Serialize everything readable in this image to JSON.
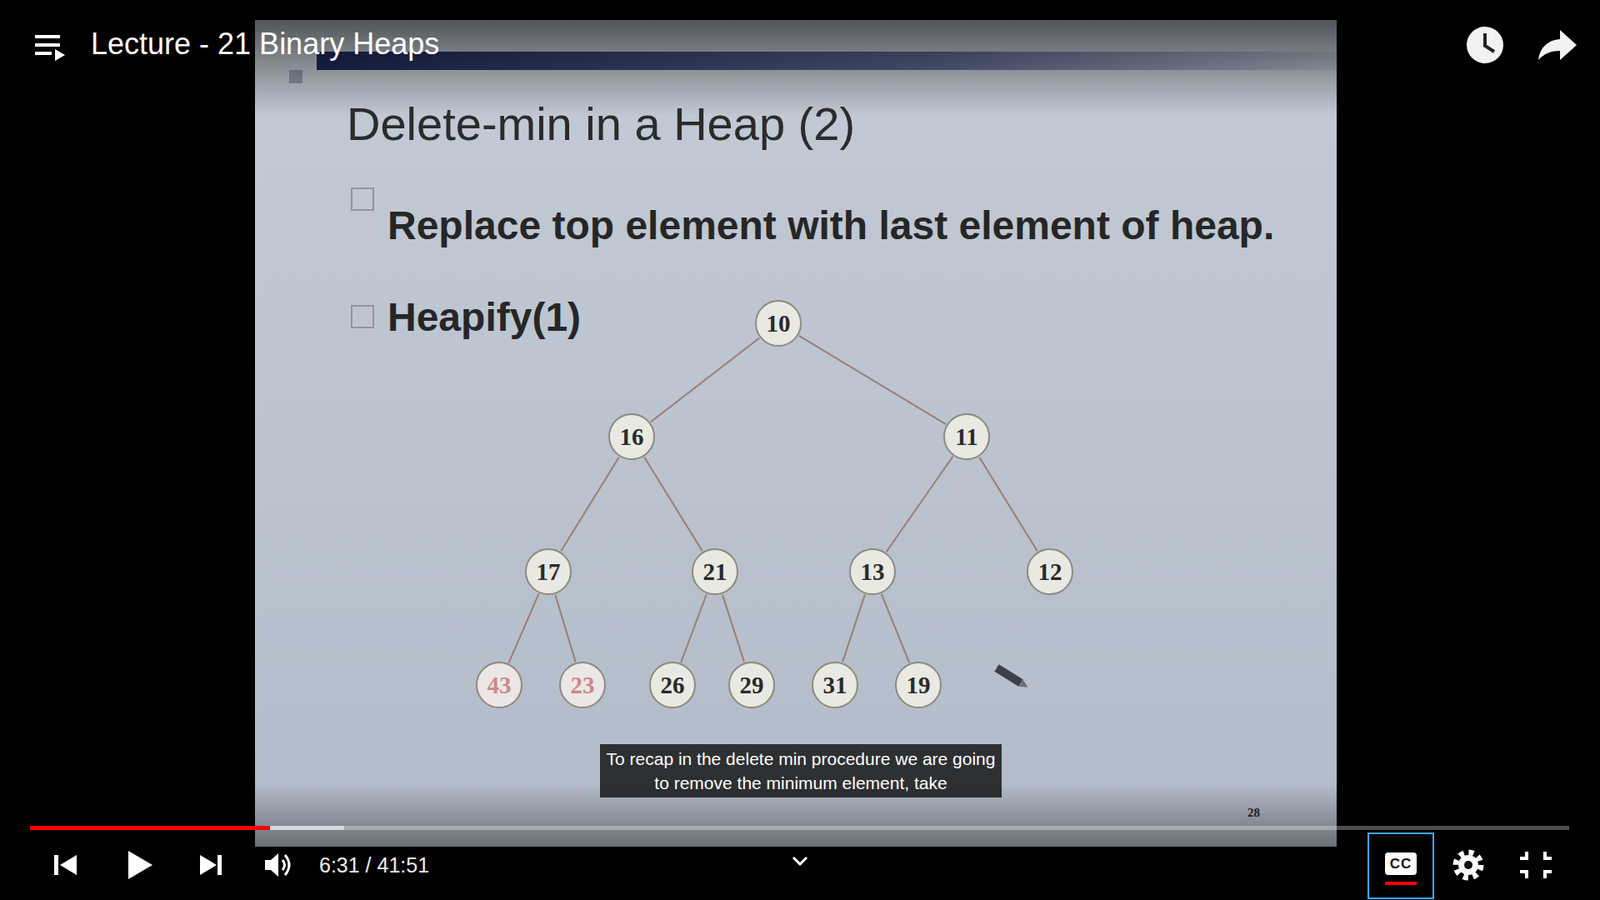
{
  "diagram": {
    "title": "Delete-min in a Heap (2)",
    "nodes": [
      {
        "text": [
          "10"
        ]
      },
      {
        "text": [
          "16"
        ]
      },
      {
        "text": [
          "11"
        ]
      },
      {
        "text": [
          "17"
        ]
      },
      {
        "text": [
          "21"
        ]
      },
      {
        "text": [
          "13"
        ]
      },
      {
        "text": [
          "12"
        ]
      },
      {
        "text": [
          "43"
        ]
      },
      {
        "text": [
          "23"
        ]
      },
      {
        "text": [
          "26"
        ]
      },
      {
        "text": [
          "29"
        ]
      },
      {
        "text": [
          "31"
        ]
      },
      {
        "text": [
          "19"
        ]
      }
    ],
    "edges": [
      {
        "from": 0,
        "to": 1,
        "arrow": "none"
      },
      {
        "from": 0,
        "to": 2,
        "arrow": "none"
      },
      {
        "from": 1,
        "to": 3,
        "arrow": "none"
      },
      {
        "from": 1,
        "to": 4,
        "arrow": "none"
      },
      {
        "from": 2,
        "to": 5,
        "arrow": "none"
      },
      {
        "from": 2,
        "to": 6,
        "arrow": "none"
      },
      {
        "from": 3,
        "to": 7,
        "arrow": "none"
      },
      {
        "from": 3,
        "to": 8,
        "arrow": "none"
      },
      {
        "from": 4,
        "to": 9,
        "arrow": "none"
      },
      {
        "from": 4,
        "to": 10,
        "arrow": "none"
      },
      {
        "from": 5,
        "to": 11,
        "arrow": "none"
      },
      {
        "from": 5,
        "to": 12,
        "arrow": "none"
      }
    ],
    "labels": [
      "Lecture - 21 Binary Heaps",
      "Replace top element with last element of heap.",
      "Heapify(1)",
      "To recap in the delete min procedure we are going to remove the minimum element, take",
      "28",
      "6:31 / 41:51",
      "CC"
    ]
  }
}
